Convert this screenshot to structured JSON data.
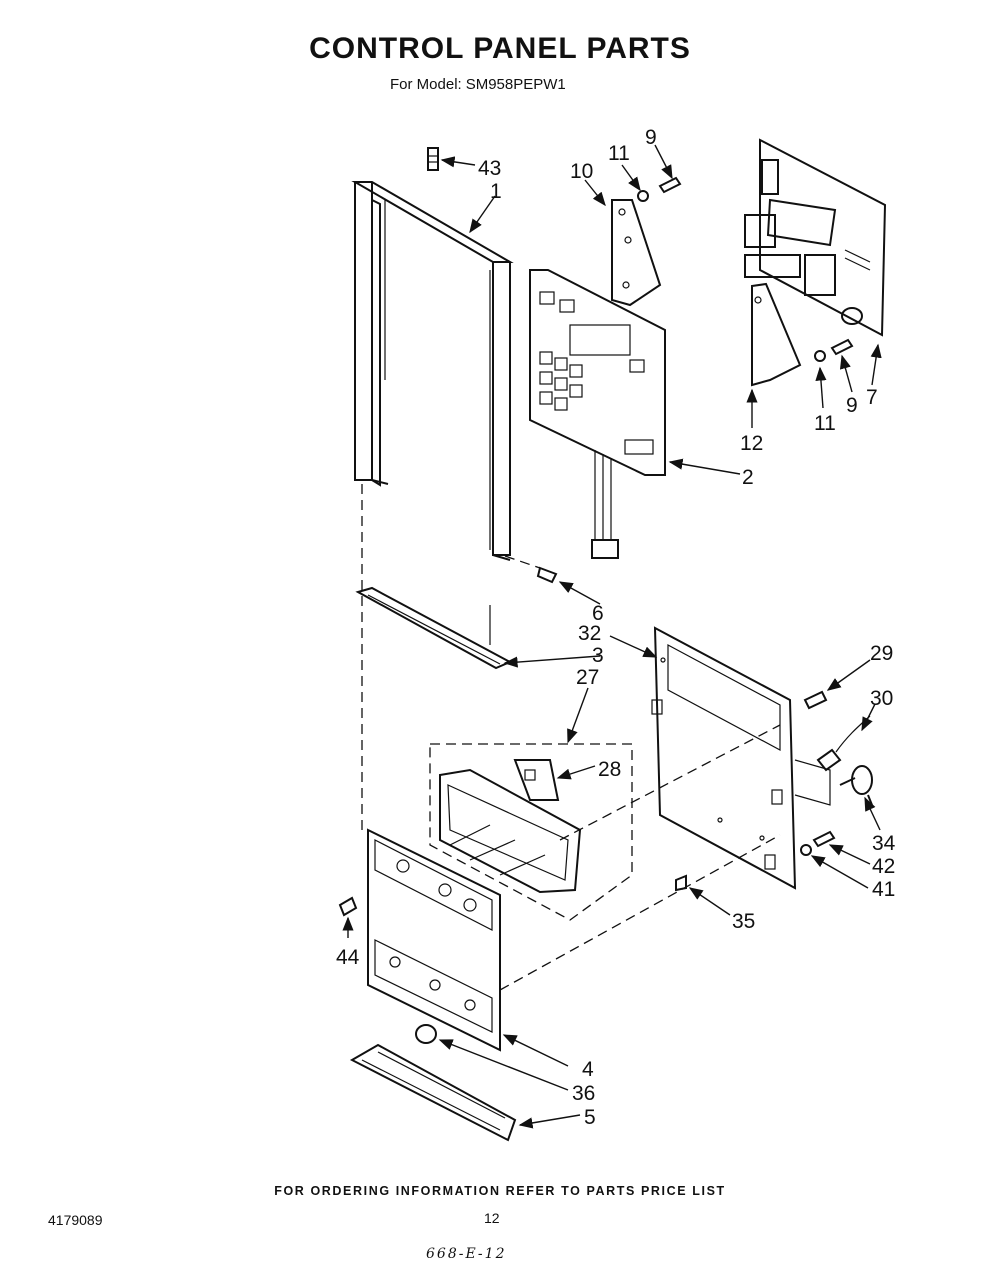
{
  "header": {
    "title": "CONTROL PANEL PARTS",
    "model_prefix": "For Model:",
    "model_number": "SM958PEPW1"
  },
  "callouts": {
    "c43": "43",
    "c1": "1",
    "c10": "10",
    "c11a": "11",
    "c9a": "9",
    "c2": "2",
    "c12": "12",
    "c11b": "11",
    "c9b": "9",
    "c7": "7",
    "c6": "6",
    "c32": "32",
    "c3": "3",
    "c27": "27",
    "c28": "28",
    "c29": "29",
    "c30": "30",
    "c34": "34",
    "c42": "42",
    "c41": "41",
    "c35": "35",
    "c44": "44",
    "c4": "4",
    "c36": "36",
    "c5": "5"
  },
  "footer": {
    "ordering_note": "FOR ORDERING INFORMATION REFER TO PARTS PRICE LIST",
    "document_number": "4179089",
    "page_number": "12",
    "handwritten_note": "668-E-12"
  }
}
